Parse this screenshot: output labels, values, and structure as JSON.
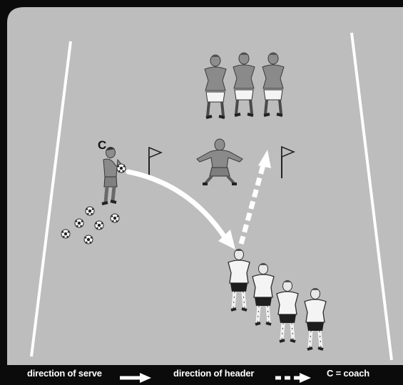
{
  "diagram": {
    "coach_label": "C",
    "colors": {
      "pitch": "#bdbdbd",
      "frame": "#0b0b0b",
      "lines": "#ffffff",
      "red_team": "#8a8a8a",
      "white_team": "#f2f2f2"
    }
  },
  "legend": {
    "serve": "direction of serve",
    "header": "direction of header",
    "coach": "C = coach"
  }
}
